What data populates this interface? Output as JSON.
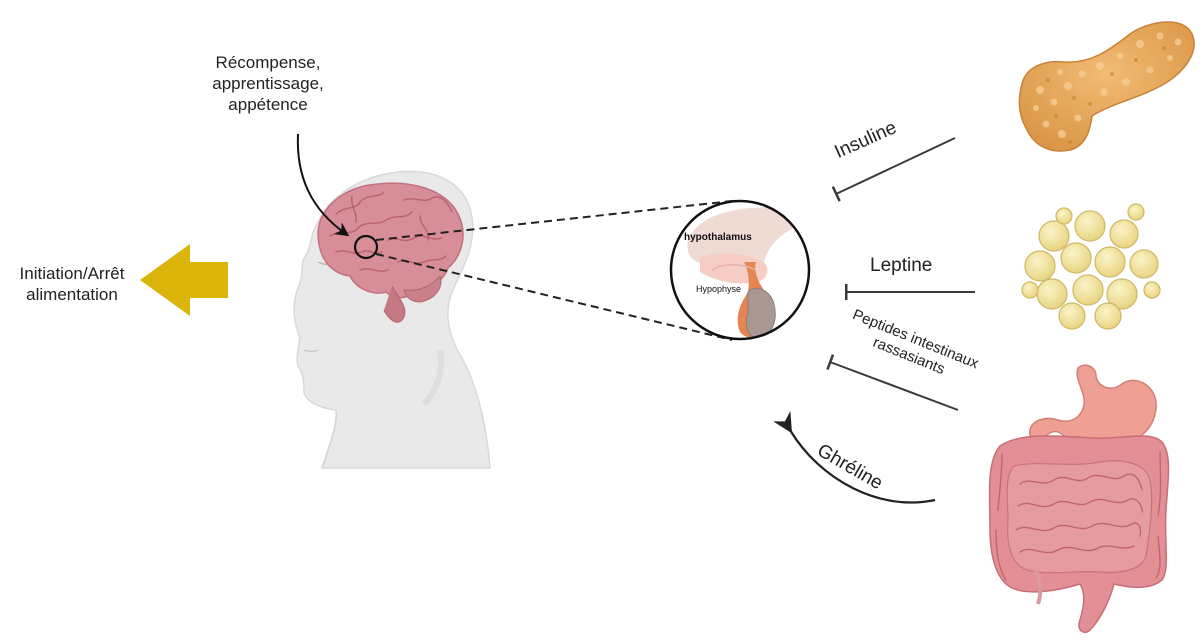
{
  "labels": {
    "reward": [
      "Récompense,",
      "apprentissage,",
      "appétence"
    ],
    "feeding": [
      "Initiation/Arrêt",
      "alimentation"
    ],
    "hypothalamus": "hypothalamus",
    "hypophyse": "Hypophyse",
    "insuline": "Insuline",
    "leptine": "Leptine",
    "peptides": [
      "Peptides intestinaux",
      "rassasiants"
    ],
    "ghreline": "Ghréline"
  },
  "colors": {
    "arrow_yellow": "#dbb40c",
    "brain": "#d88e99",
    "head": "#e9e9ea",
    "pancreas": "#e7a65a",
    "fat": "#f3e39a",
    "gut": "#e28f96",
    "stomach": "#eda093",
    "lines": "#3a3a3a"
  },
  "icons": {
    "head": "human-head-profile",
    "brain": "brain-icon",
    "pancreas": "pancreas-icon",
    "adipose": "fat-cells-icon",
    "gut": "digestive-tract-icon",
    "zoom": "hypothalamus-zoom-icon"
  }
}
